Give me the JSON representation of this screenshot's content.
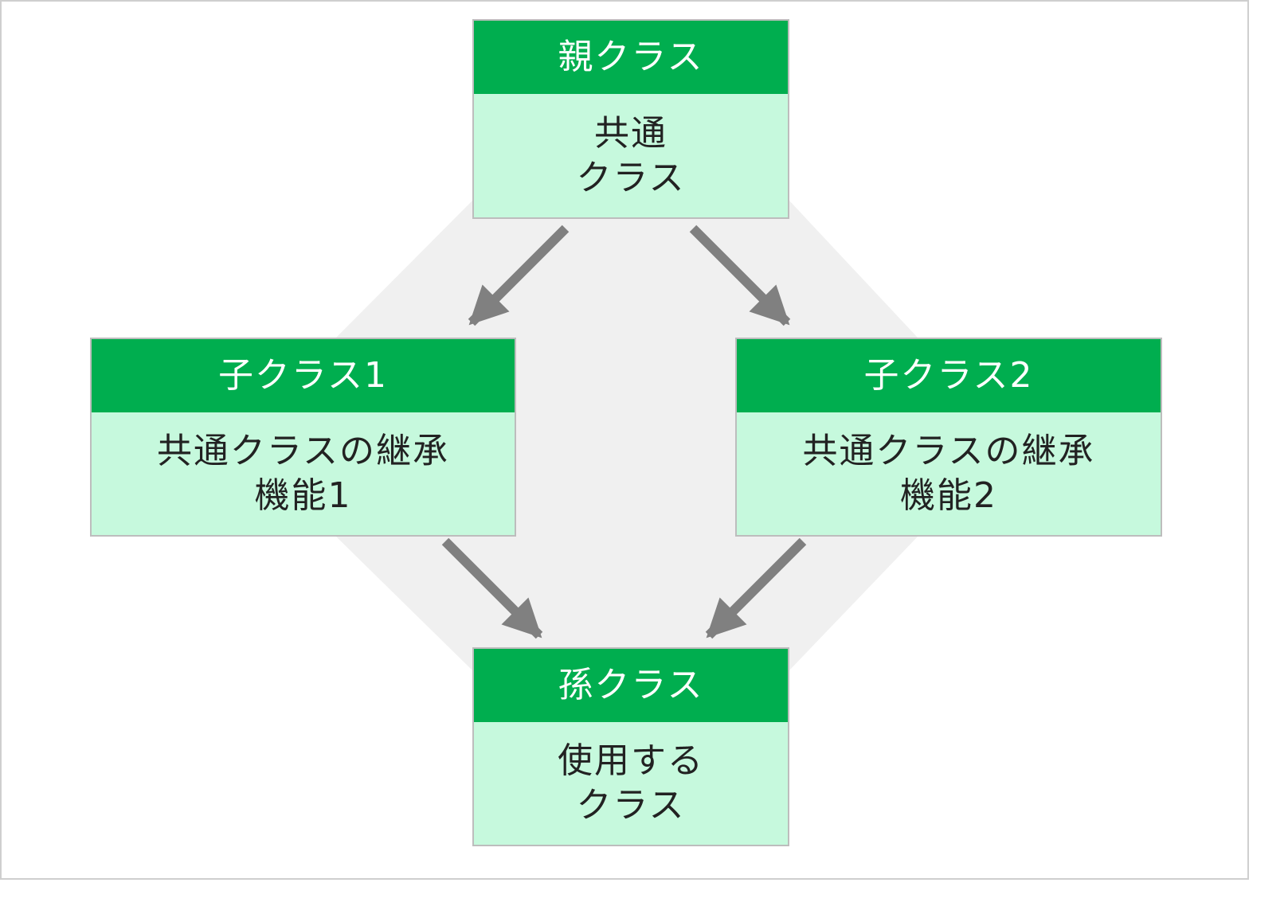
{
  "diagram": {
    "parent": {
      "title": "親クラス",
      "body_line1": "共通",
      "body_line2": "クラス"
    },
    "child1": {
      "title": "子クラス1",
      "body_line1": "共通クラスの継承",
      "body_line2": "機能1"
    },
    "child2": {
      "title": "子クラス2",
      "body_line1": "共通クラスの継承",
      "body_line2": "機能2"
    },
    "grandchild": {
      "title": "孫クラス",
      "body_line1": "使用する",
      "body_line2": "クラス"
    },
    "edges": [
      {
        "from": "parent",
        "to": "child1"
      },
      {
        "from": "parent",
        "to": "child2"
      },
      {
        "from": "child1",
        "to": "grandchild"
      },
      {
        "from": "child2",
        "to": "grandchild"
      }
    ],
    "colors": {
      "header": "#00ae4f",
      "body": "#c6f9dd",
      "arrow": "#808080",
      "backdrop": "#f0f0f0"
    }
  }
}
